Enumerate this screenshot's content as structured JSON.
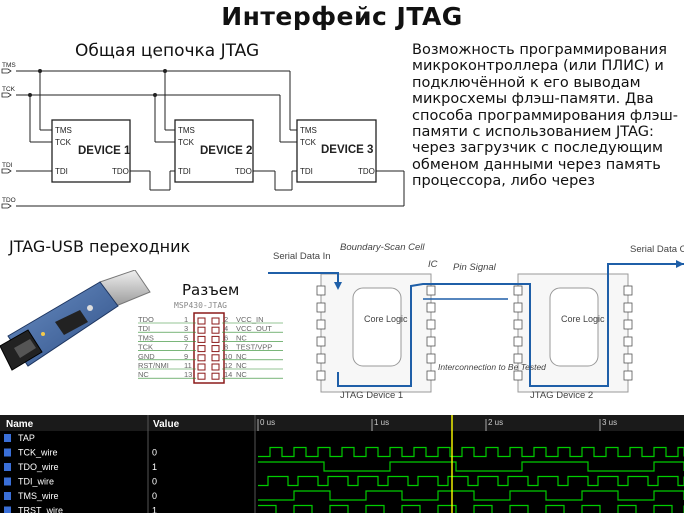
{
  "title": "Интерфейс JTAG",
  "chain": {
    "title": "Общая цепочка JTAG",
    "signals": [
      "TMS",
      "TCK",
      "TDI",
      "TDO"
    ],
    "devices": [
      {
        "name": "DEVICE 1",
        "tms": "TMS",
        "tck": "TCK",
        "tdi": "TDI",
        "tdo": "TDO"
      },
      {
        "name": "DEVICE 2",
        "tms": "TMS",
        "tck": "TCK",
        "tdi": "TDI",
        "tdo": "TDO"
      },
      {
        "name": "DEVICE 3",
        "tms": "TMS",
        "tck": "TCK",
        "tdi": "TDI",
        "tdo": "TDO"
      }
    ]
  },
  "description": "Возможность программирования микроконтроллера (или ПЛИС) и подключённой к его выводам микросхемы флэш-памяти. Два способа программирования флэш-памяти с использованием JTAG: через загрузчик с последующим обменом данными через память процессора, либо через",
  "usb_label": "JTAG-USB переходник",
  "connector": {
    "label": "Разъем",
    "header": "MSP430-JTAG",
    "left": [
      {
        "name": "TDO",
        "pin": "1"
      },
      {
        "name": "TDI",
        "pin": "3"
      },
      {
        "name": "TMS",
        "pin": "5"
      },
      {
        "name": "TCK",
        "pin": "7"
      },
      {
        "name": "GND",
        "pin": "9"
      },
      {
        "name": "RST/NMI",
        "pin": "11"
      },
      {
        "name": "NC",
        "pin": "13"
      }
    ],
    "right": [
      {
        "name": "VCC_IN",
        "pin": "2"
      },
      {
        "name": "VCC_OUT",
        "pin": "4"
      },
      {
        "name": "NC",
        "pin": "6"
      },
      {
        "name": "TEST/VPP",
        "pin": "8"
      },
      {
        "name": "NC",
        "pin": "10"
      },
      {
        "name": "NC",
        "pin": "12"
      },
      {
        "name": "NC",
        "pin": "14"
      }
    ]
  },
  "boundary_scan": {
    "serial_in": "Serial Data In",
    "serial_out": "Serial Data Out",
    "cell_label": "Boundary-Scan Cell",
    "ic_label": "IC",
    "pin_label": "Pin Signal",
    "core_label": "Core Logic",
    "interconnect_label": "Interconnection to Be Tested",
    "device1": "JTAG Device 1",
    "device2": "JTAG Device 2"
  },
  "waveform": {
    "col_name": "Name",
    "col_value": "Value",
    "timescale": [
      "0 us",
      "1 us",
      "2 us",
      "3 us"
    ],
    "signals": [
      {
        "name": "TAP",
        "value": "",
        "type": "group"
      },
      {
        "name": "TCK_wire",
        "value": "0"
      },
      {
        "name": "TDO_wire",
        "value": "1"
      },
      {
        "name": "TDI_wire",
        "value": "0"
      },
      {
        "name": "TMS_wire",
        "value": "0"
      },
      {
        "name": "TRST_wire",
        "value": "1"
      }
    ],
    "colors": {
      "background": "#000000",
      "wave": "#00cc00",
      "cursor": "#ffff00",
      "text": "#ffffff"
    }
  }
}
